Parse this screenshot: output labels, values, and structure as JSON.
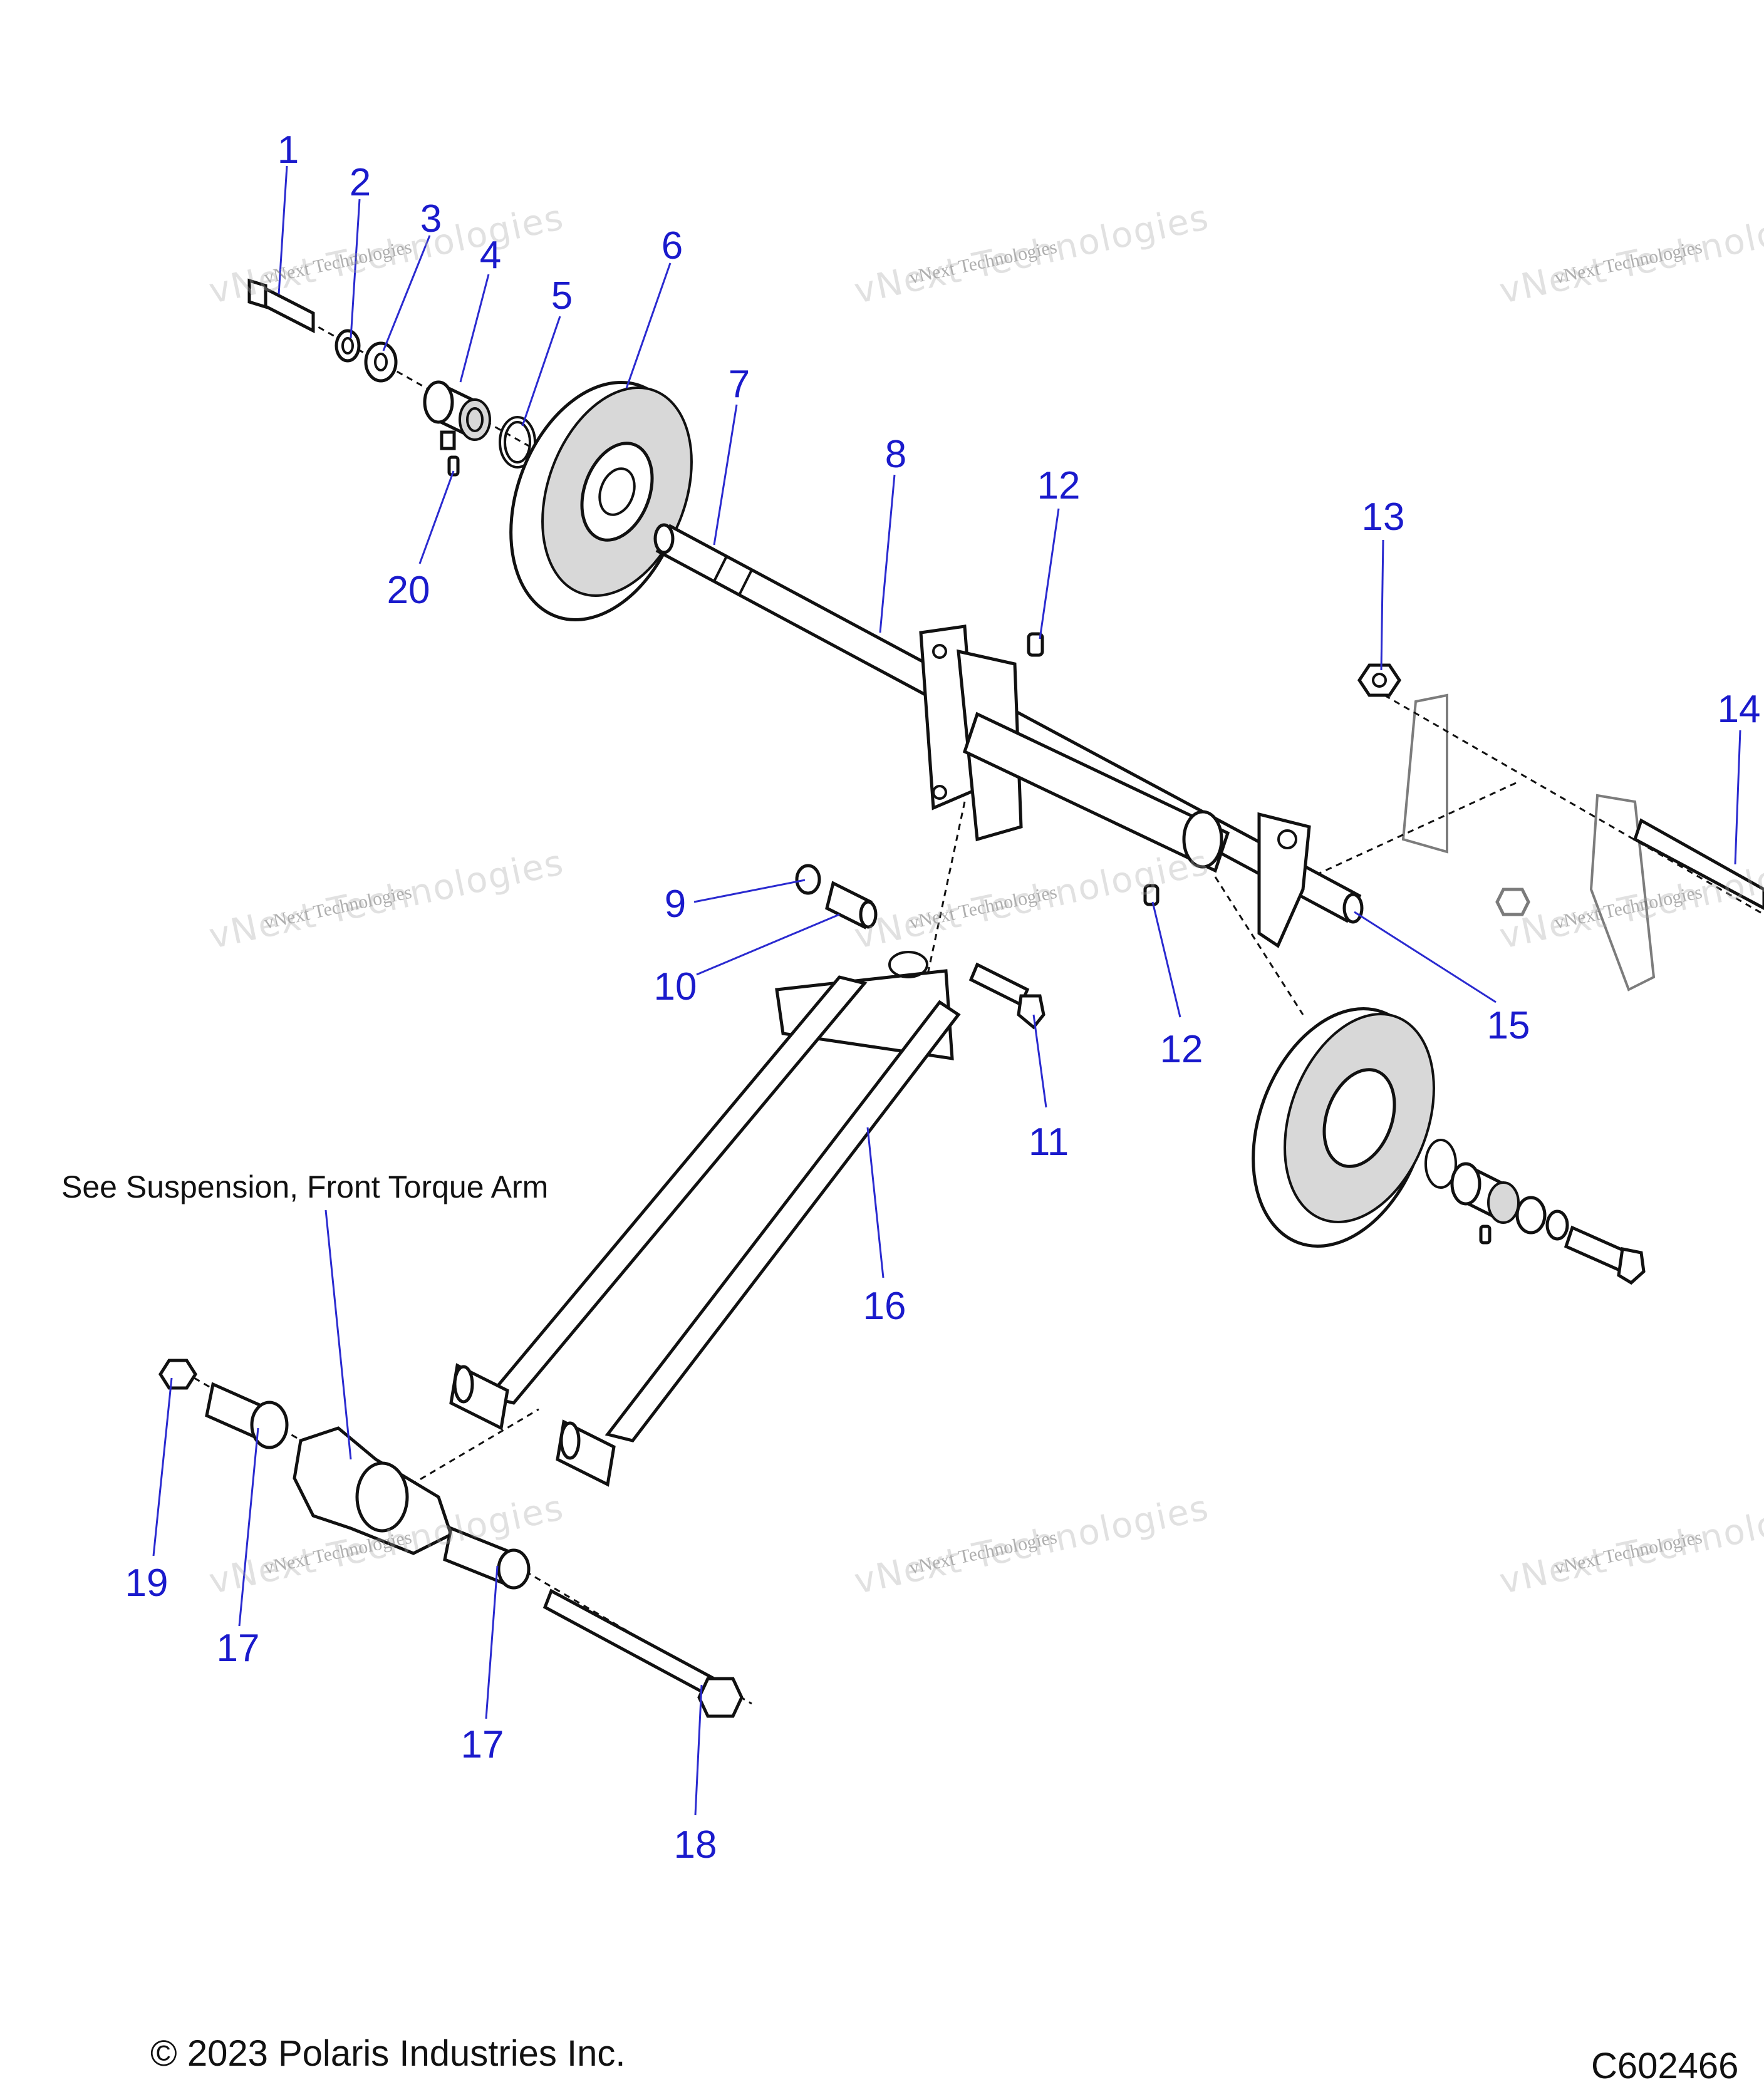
{
  "callouts": [
    {
      "label": "1"
    },
    {
      "label": "2"
    },
    {
      "label": "3"
    },
    {
      "label": "4"
    },
    {
      "label": "5"
    },
    {
      "label": "6"
    },
    {
      "label": "7"
    },
    {
      "label": "8"
    },
    {
      "label": "12"
    },
    {
      "label": "13"
    },
    {
      "label": "14"
    },
    {
      "label": "20"
    },
    {
      "label": "9"
    },
    {
      "label": "10"
    },
    {
      "label": "15"
    },
    {
      "label": "12"
    },
    {
      "label": "11"
    },
    {
      "label": "16"
    },
    {
      "label": "19"
    },
    {
      "label": "17"
    },
    {
      "label": "17"
    },
    {
      "label": "18"
    }
  ],
  "note": "See Suspension, Front Torque Arm",
  "footer": {
    "copyright": "© 2023 Polaris Industries Inc.",
    "code": "C602466"
  },
  "watermark": {
    "line1": "vNext Technologies",
    "line2": "vNext Technologies"
  }
}
